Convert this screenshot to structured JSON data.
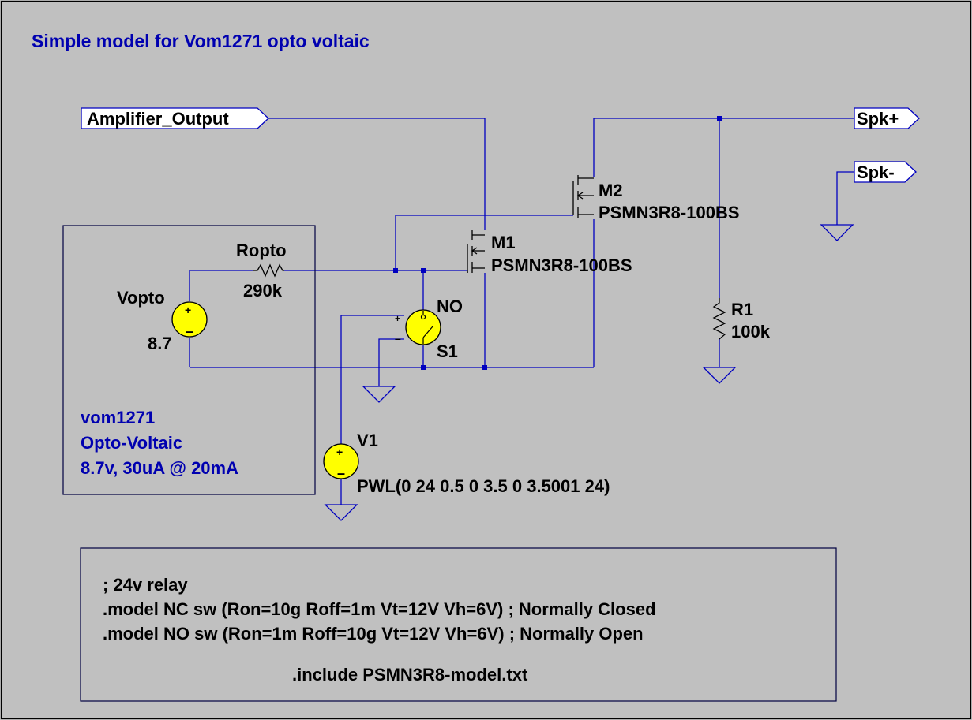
{
  "title": "Simple model for Vom1271 opto voltaic",
  "ports": {
    "amp": "Amplifier_Output",
    "spk_pos": "Spk+",
    "spk_neg": "Spk-"
  },
  "components": {
    "m1": {
      "name": "M1",
      "part": "PSMN3R8-100BS"
    },
    "m2": {
      "name": "M2",
      "part": "PSMN3R8-100BS"
    },
    "ropto": {
      "name": "Ropto",
      "value": "290k"
    },
    "vopto": {
      "name": "Vopto",
      "value": "8.7"
    },
    "s1": {
      "name": "S1",
      "model": "NO"
    },
    "v1": {
      "name": "V1",
      "value": "PWL(0 24 0.5 0 3.5 0 3.5001 24)"
    },
    "r1": {
      "name": "R1",
      "value": "100k"
    }
  },
  "opto_box": {
    "line1": "vom1271",
    "line2": "Opto-Voltaic",
    "line3": "8.7v, 30uA @ 20mA"
  },
  "directives": {
    "line1": ";  24v relay",
    "line2": ".model NC sw (Ron=10g  Roff=1m  Vt=12V  Vh=6V) ; Normally Closed",
    "line3": ".model NO sw (Ron=1m  Roff=10g  Vt=12V  Vh=6V) ; Normally Open",
    "line4": ".include PSMN3R8-model.txt"
  },
  "colors": {
    "background": "#c0c0c0",
    "wire": "#0000c0",
    "source_fill": "#ffff00",
    "annotation": "#0000b0"
  }
}
